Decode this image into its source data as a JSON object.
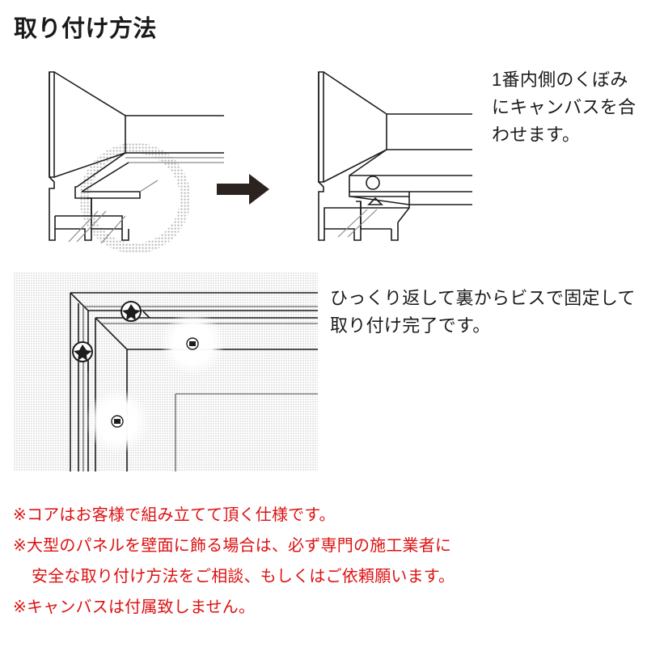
{
  "page": {
    "title": "取り付け方法",
    "background_color": "#ffffff",
    "text_color": "#1a1a1a",
    "note_color": "#dd1111"
  },
  "steps": [
    {
      "id": "step-1",
      "text": "1番内側のくぼみ\nにキャンバスを合\nわせます。",
      "diagram_name": "frame-cross-section-before"
    },
    {
      "id": "step-2",
      "text": "ひっくり返して裏からビスで固定して\n取り付け完了です。",
      "diagram_name": "frame-corner-assembly"
    }
  ],
  "arrow": {
    "name": "right-arrow-icon",
    "direction": "right",
    "color": "#2b2320"
  },
  "diagrams": {
    "before": {
      "name": "frame-cross-section-before",
      "caption_ref": "step-1",
      "highlight": "dotted-circle-groove-highlight"
    },
    "after": {
      "name": "frame-cross-section-after",
      "caption_ref": "step-1"
    },
    "corner": {
      "name": "frame-corner-assembly",
      "caption_ref": "step-2",
      "screws": [
        {
          "name": "corner-screw-top",
          "type": "phillips-head"
        },
        {
          "name": "corner-screw-left",
          "type": "phillips-head"
        },
        {
          "name": "panel-screw-top",
          "type": "small-screw"
        },
        {
          "name": "panel-screw-left",
          "type": "small-screw"
        }
      ]
    }
  },
  "notes": [
    {
      "text": "※コアはお客様で組み立てて頂く仕様です。",
      "indent": false
    },
    {
      "text": "※大型のパネルを壁面に飾る場合は、必ず専門の施工業者に",
      "indent": false
    },
    {
      "text": "安全な取り付け方法をご相談、もしくはご依頼願います。",
      "indent": true
    },
    {
      "text": "※キャンバスは付属致しません。",
      "indent": false
    }
  ]
}
